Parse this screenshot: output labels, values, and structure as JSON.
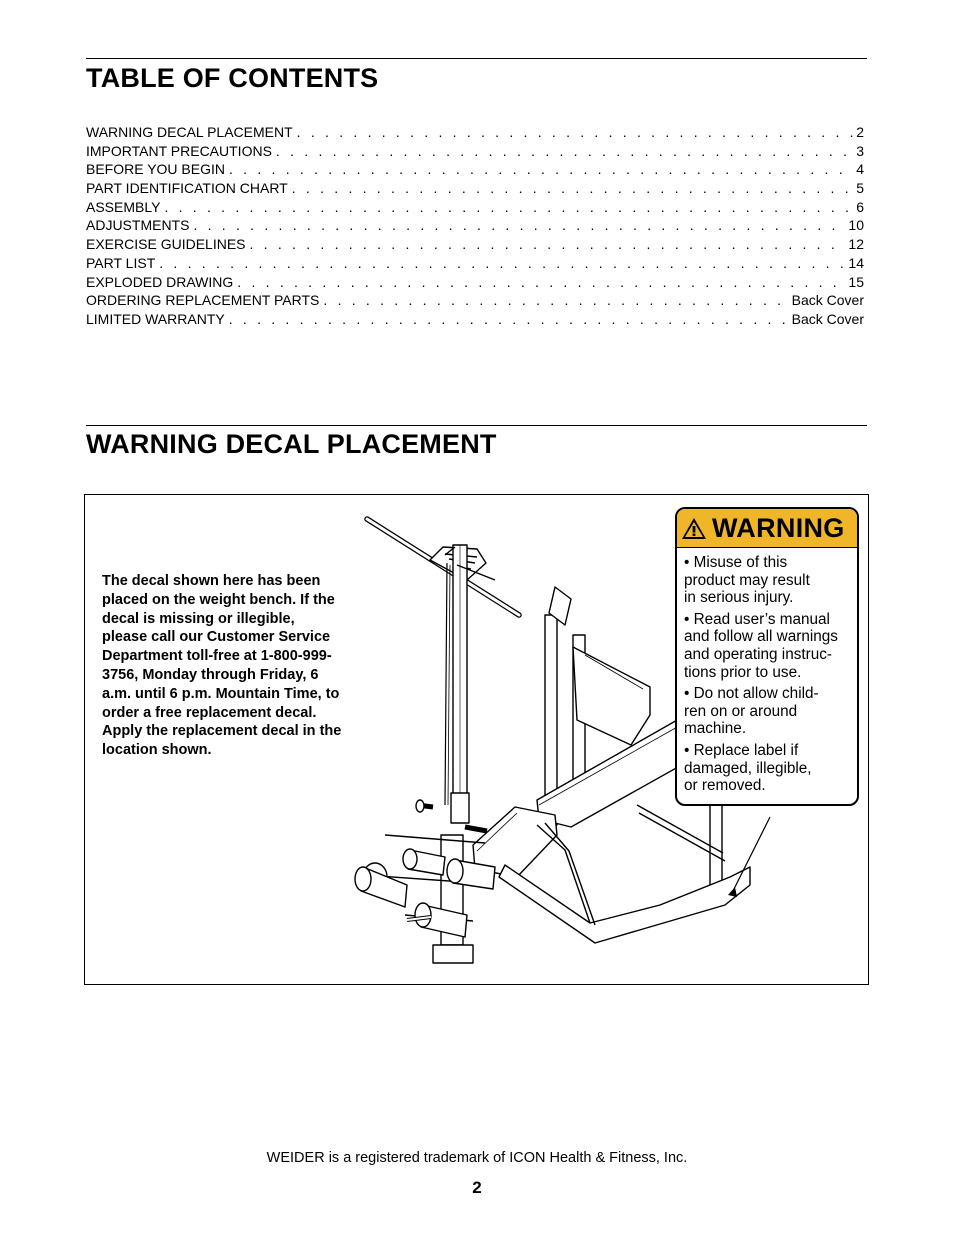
{
  "toc": {
    "title": "TABLE OF CONTENTS",
    "entries": [
      {
        "label": "WARNING DECAL PLACEMENT",
        "page": "2"
      },
      {
        "label": "IMPORTANT PRECAUTIONS",
        "page": "3"
      },
      {
        "label": "BEFORE YOU BEGIN",
        "page": "4"
      },
      {
        "label": "PART IDENTIFICATION CHART",
        "page": "5"
      },
      {
        "label": "ASSEMBLY",
        "page": "6"
      },
      {
        "label": "ADJUSTMENTS",
        "page": "10"
      },
      {
        "label": "EXERCISE GUIDELINES",
        "page": "12"
      },
      {
        "label": "PART LIST",
        "page": "14"
      },
      {
        "label": "EXPLODED DRAWING",
        "page": "15"
      },
      {
        "label": "ORDERING REPLACEMENT PARTS",
        "page": "Back Cover"
      },
      {
        "label": "LIMITED WARRANTY",
        "page": "Back Cover"
      }
    ]
  },
  "warning_section": {
    "title": "WARNING DECAL PLACEMENT",
    "instructions": "The decal shown here has been placed on the weight bench. If the decal is missing or illegible, please call our Customer Service Department toll-free at 1-800-999-3756, Monday through Friday, 6 a.m. until 6 p.m. Mountain Time, to order a free replacement decal. Apply the replacement decal in the location shown."
  },
  "decal": {
    "title": "WARNING",
    "header_color": "#f0b62a",
    "icon": "warning-triangle-icon",
    "items": [
      "• Misuse of this\nproduct may result\nin serious injury.",
      "• Read user’s manual\nand follow all warnings\nand operating instruc-\ntions prior to use.",
      "• Do not allow child-\nren on or around\nmachine.",
      "• Replace label if\ndamaged, illegible,\nor removed."
    ]
  },
  "footer": {
    "trademark": "WEIDER is a registered trademark of ICON Health & Fitness, Inc.",
    "page_number": "2"
  }
}
